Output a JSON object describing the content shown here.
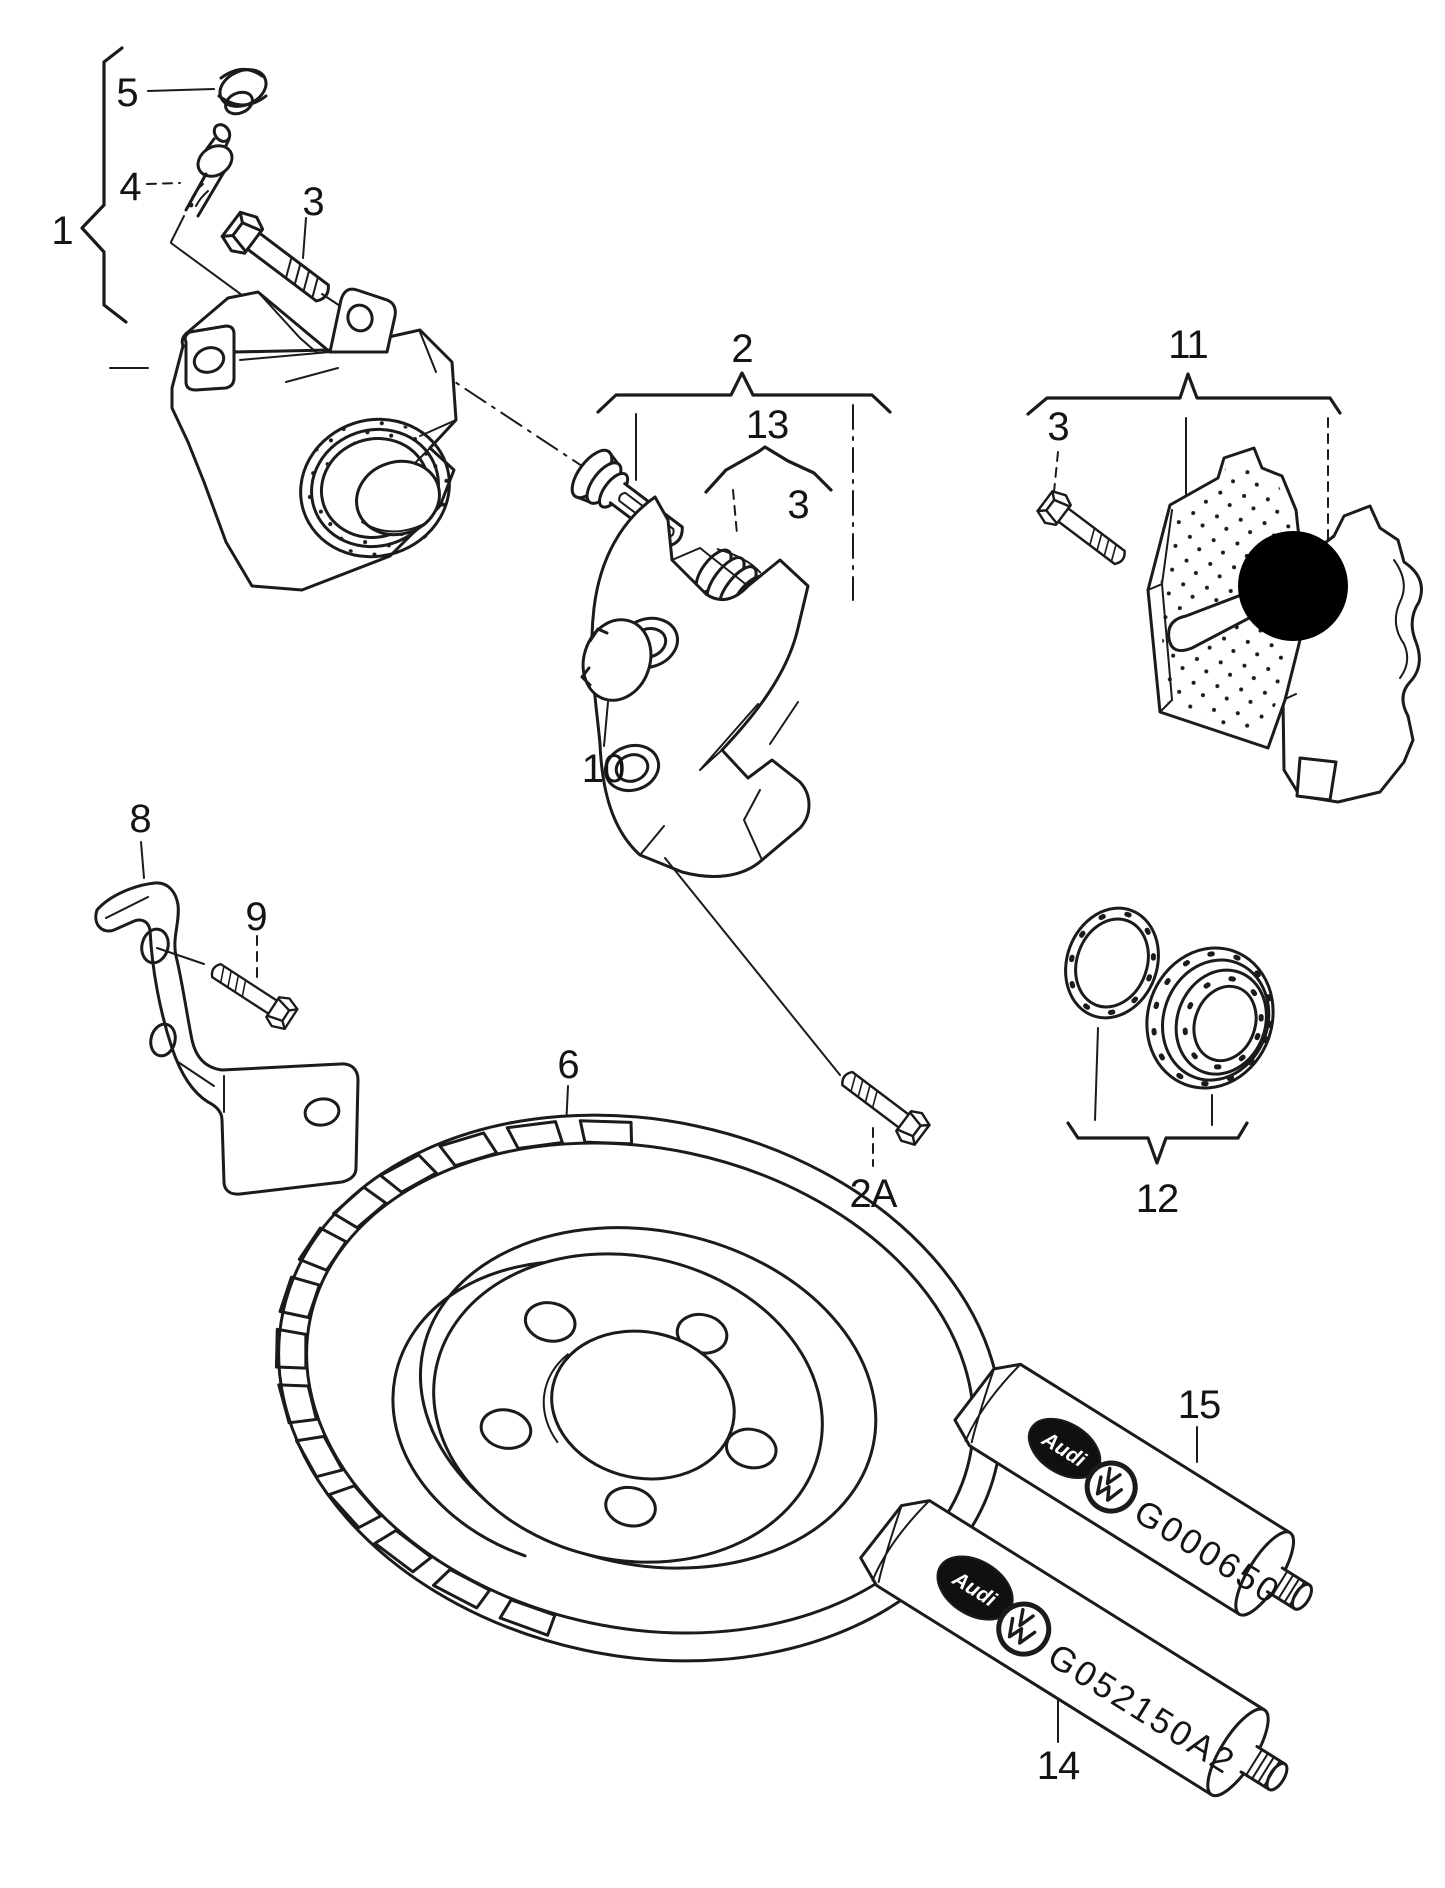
{
  "diagram": {
    "type": "exploded-parts-drawing",
    "subject": "front disc brake: floating caliper, brake carrier, pads, vented disc, seals and grease tubes",
    "colors": {
      "background": "#ffffff",
      "line": "#1b1b1b",
      "redaction": "#000000"
    },
    "callouts": {
      "c1": "1",
      "c2": "2",
      "c2a": "2A",
      "c3_top": "3",
      "c3_sleeve": "3",
      "c3_pads": "3",
      "c4": "4",
      "c5": "5",
      "c6": "6",
      "c8": "8",
      "c9": "9",
      "c10": "10",
      "c11": "11",
      "c12": "12",
      "c13": "13",
      "c14": "14",
      "c15": "15"
    },
    "tubes": {
      "tube15": {
        "brand": "Audi",
        "logo": "vw-roundel",
        "code": "G000650"
      },
      "tube14": {
        "brand": "Audi",
        "logo": "vw-roundel",
        "code": "G052150A2"
      }
    }
  }
}
